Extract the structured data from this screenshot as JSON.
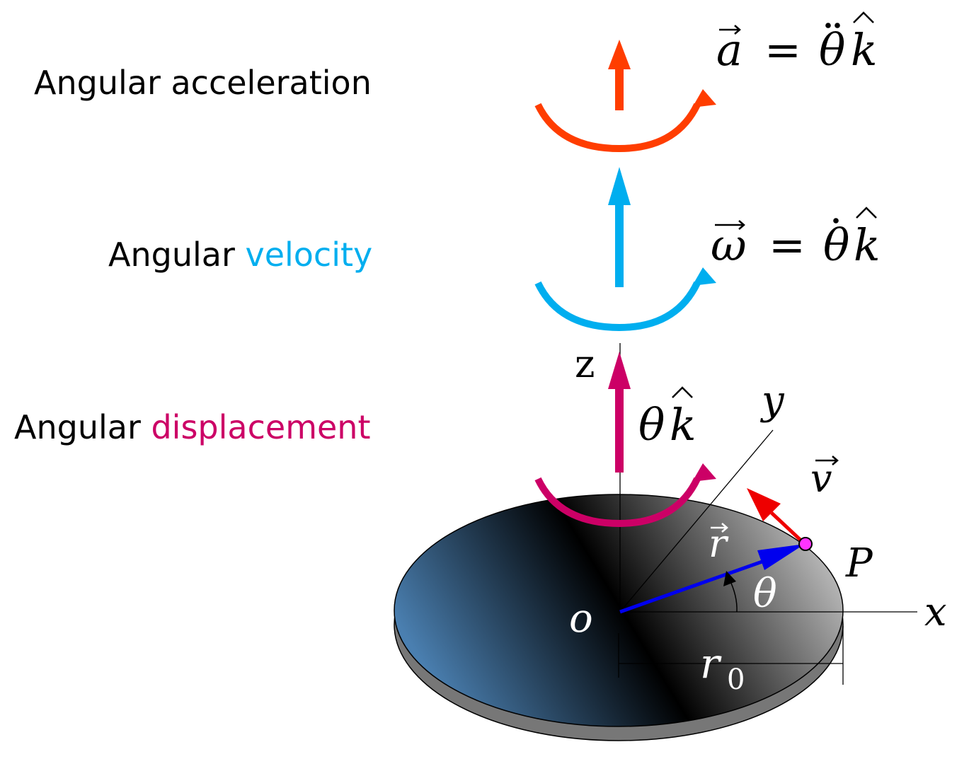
{
  "labels": {
    "acceleration": {
      "word": "Angular",
      "rest": "acceleration"
    },
    "velocity": {
      "word": "Angular",
      "rest": "velocity"
    },
    "displacement": {
      "word": "Angular",
      "rest": "displacement"
    }
  },
  "equations": {
    "acceleration": {
      "lhs": "a",
      "eq": "=",
      "rhs": "θ",
      "unit": "k"
    },
    "velocity": {
      "lhs": "ω",
      "eq": "=",
      "rhs": "θ",
      "unit": "k"
    },
    "displacement": {
      "rhs": "θ",
      "unit": "k"
    }
  },
  "axes": {
    "z": "z",
    "y": "y",
    "x": "x",
    "origin": "o"
  },
  "point": {
    "name": "P",
    "r": "r",
    "v": "v",
    "angle": "θ",
    "radius": "r",
    "radius_sub": "0"
  },
  "colors": {
    "acceleration": "#ff3d00",
    "velocity": "#00aeef",
    "displacement": "#cc0066",
    "position_vector": "#0000ee",
    "velocity_vector": "#ee0000",
    "point_fill": "#ff33ff"
  }
}
